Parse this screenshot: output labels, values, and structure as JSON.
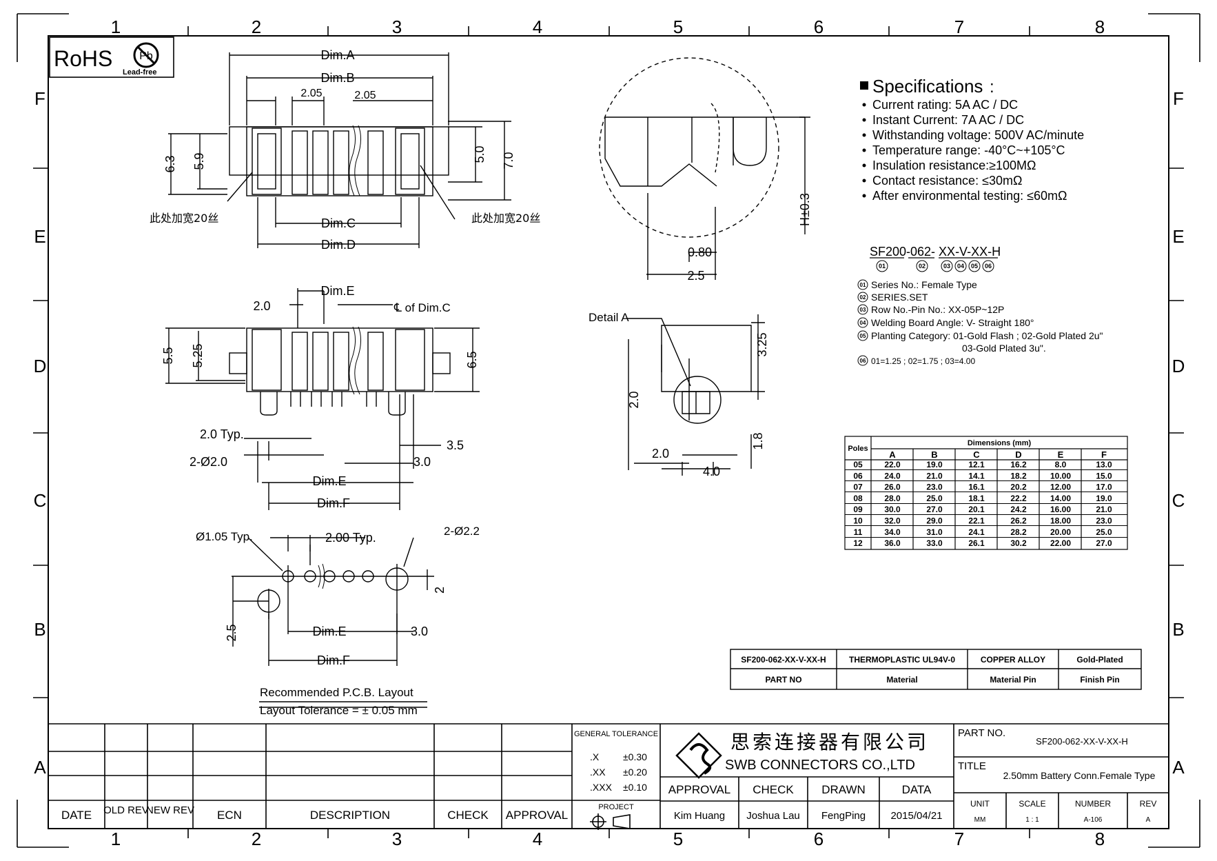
{
  "frame": {
    "col_labels": [
      "1",
      "2",
      "3",
      "4",
      "5",
      "6",
      "7",
      "8"
    ],
    "row_labels": [
      "F",
      "E",
      "D",
      "C",
      "B",
      "A"
    ]
  },
  "rohs": {
    "label": "RoHS",
    "symbol": "Pb",
    "sub": "Lead-free"
  },
  "top_view": {
    "dim_a": "Dim.A",
    "dim_b": "Dim.B",
    "pitch1": "2.05",
    "pitch2": "2.05",
    "h1": "6.3",
    "h2": "5.9",
    "h3": "5.0",
    "h4": "7.0",
    "dim_c": "Dim.C",
    "dim_d": "Dim.D",
    "note_left": "此处加宽20丝",
    "note_right": "此处加宽20丝"
  },
  "front_view": {
    "dim_e": "Dim.E",
    "d20": "2.0",
    "cl": "℄ of Dim.C",
    "h55": "5.5",
    "h525": "5.25",
    "h65": "6.5",
    "typ": "2.0 Typ.",
    "dia": "2-Ø2.0",
    "d35": "3.5",
    "d30": "3.0",
    "dim_e2": "Dim.E",
    "dim_f": "Dim.F"
  },
  "pcb_layout": {
    "hole": "Ø1.05 Typ.",
    "pitch": "2.00 Typ.",
    "big": "2-Ø2.2",
    "d2": "2",
    "d25": "2.5",
    "dim_e": "Dim.E",
    "d30": "3.0",
    "dim_f": "Dim.F",
    "title": "Recommended P.C.B. Layout",
    "tolerance": "Layout Tolerance = ± 0.05 mm"
  },
  "detail_circle": {
    "h": "H±0.3",
    "d080": "0.80",
    "d25": "2.5"
  },
  "detail_side": {
    "label": "Detail A",
    "d325": "3.25",
    "d20": "2.0",
    "d18": "1.8",
    "d20b": "2.0",
    "d40": "4.0"
  },
  "specs": {
    "title": "Specifications",
    "items": [
      "Current rating:  5A  AC / DC",
      "Instant Current:  7A  AC / DC",
      "Withstanding voltage: 500V AC/minute",
      "Temperature range: -40°C~+105°C",
      "Insulation resistance:≥100MΩ",
      "Contact resistance: ≤30mΩ",
      "After environmental testing:  ≤60mΩ"
    ]
  },
  "part_code": {
    "code": "SF200-062- XX-V-XX-H",
    "nums": [
      "01",
      "02",
      "03",
      "04",
      "05",
      "06"
    ],
    "legend": [
      {
        "n": "01",
        "text": "Series No.: Female Type"
      },
      {
        "n": "02",
        "text": "SERIES.SET"
      },
      {
        "n": "03",
        "text": "Row No.-Pin No.:  XX-05P~12P"
      },
      {
        "n": "04",
        "text": "Welding Board Angle:  V- Straight 180°"
      },
      {
        "n": "05",
        "text": "Planting Category: 01-Gold Flash ; 02-Gold Plated 2u\""
      },
      {
        "n": "",
        "text": "03-Gold Plated 3u\"."
      },
      {
        "n": "06",
        "text": "01=1.25 ; 02=1.75 ; 03=4.00"
      }
    ]
  },
  "dim_table": {
    "poles_header": "Poles",
    "group_header": "Dimensions (mm)",
    "columns": [
      "A",
      "B",
      "C",
      "D",
      "E",
      "F"
    ],
    "rows": [
      [
        "05",
        "22.0",
        "19.0",
        "12.1",
        "16.2",
        "8.0",
        "13.0"
      ],
      [
        "06",
        "24.0",
        "21.0",
        "14.1",
        "18.2",
        "10.00",
        "15.0"
      ],
      [
        "07",
        "26.0",
        "23.0",
        "16.1",
        "20.2",
        "12.00",
        "17.0"
      ],
      [
        "08",
        "28.0",
        "25.0",
        "18.1",
        "22.2",
        "14.00",
        "19.0"
      ],
      [
        "09",
        "30.0",
        "27.0",
        "20.1",
        "24.2",
        "16.00",
        "21.0"
      ],
      [
        "10",
        "32.0",
        "29.0",
        "22.1",
        "26.2",
        "18.00",
        "23.0"
      ],
      [
        "11",
        "34.0",
        "31.0",
        "24.1",
        "28.2",
        "20.00",
        "25.0"
      ],
      [
        "12",
        "36.0",
        "33.0",
        "26.1",
        "30.2",
        "22.00",
        "27.0"
      ]
    ]
  },
  "material_table": {
    "values": [
      "SF200-062-XX-V-XX-H",
      "THERMOPLASTIC  UL94V-0",
      "COPPER ALLOY",
      "Gold-Plated"
    ],
    "labels": [
      "PART NO",
      "Material",
      "Material Pin",
      "Finish Pin"
    ]
  },
  "title_block": {
    "rev_headers": [
      "DATE",
      "OLD REV",
      "NEW REV",
      "ECN",
      "DESCRIPTION",
      "CHECK",
      "APPROVAL"
    ],
    "tol_title": "GENERAL TOLERANCE",
    "tol": [
      {
        "k": ".X",
        "v": "±0.30"
      },
      {
        "k": ".XX",
        "v": "±0.20"
      },
      {
        "k": ".XXX",
        "v": "±0.10"
      }
    ],
    "project": "PROJECT",
    "company_cn": "思索连接器有限公司",
    "company_en": "SWB CONNECTORS CO.,LTD",
    "approval_headers": [
      "APPROVAL",
      "CHECK",
      "DRAWN",
      "DATA"
    ],
    "approval_values": [
      "Kim Huang",
      "Joshua Lau",
      "FengPing",
      "2015/04/21"
    ],
    "part_no_label": "PART NO.",
    "part_no": "SF200-062-XX-V-XX-H",
    "title_label": "TITLE",
    "title": "2.50mm Battery Conn.Female Type",
    "info_headers": [
      "UNIT",
      "SCALE",
      "NUMBER",
      "REV"
    ],
    "info_values": [
      "MM",
      "1 : 1",
      "A-106",
      "A"
    ]
  }
}
